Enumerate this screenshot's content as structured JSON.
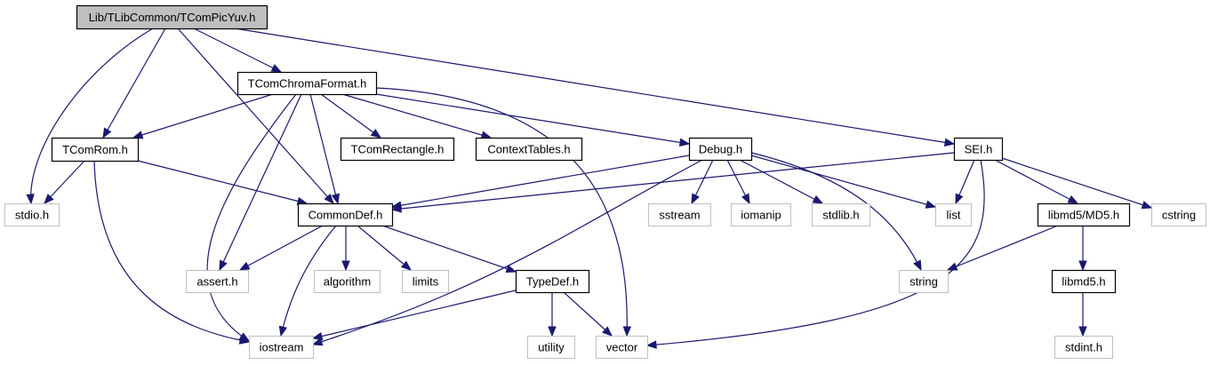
{
  "graph": {
    "title": "Lib/TLibCommon/TComPicYuv.h",
    "colors": {
      "edge": "#191970",
      "root_fill": "#bfbfbf",
      "documented_border": "#000000",
      "external_border": "#bfbfbf",
      "node_fill": "#ffffff"
    },
    "nodes": [
      {
        "id": "root",
        "label": "Lib/TLibCommon/TComPicYuv.h",
        "kind": "root"
      },
      {
        "id": "chroma",
        "label": "TComChromaFormat.h",
        "kind": "documented"
      },
      {
        "id": "rom",
        "label": "TComRom.h",
        "kind": "documented"
      },
      {
        "id": "rect",
        "label": "TComRectangle.h",
        "kind": "documented"
      },
      {
        "id": "ctx",
        "label": "ContextTables.h",
        "kind": "documented"
      },
      {
        "id": "debug",
        "label": "Debug.h",
        "kind": "documented"
      },
      {
        "id": "sei",
        "label": "SEI.h",
        "kind": "documented"
      },
      {
        "id": "stdio",
        "label": "stdio.h",
        "kind": "external"
      },
      {
        "id": "common",
        "label": "CommonDef.h",
        "kind": "documented"
      },
      {
        "id": "sstream",
        "label": "sstream",
        "kind": "external"
      },
      {
        "id": "iomanip",
        "label": "iomanip",
        "kind": "external"
      },
      {
        "id": "stdlib",
        "label": "stdlib.h",
        "kind": "external"
      },
      {
        "id": "list",
        "label": "list",
        "kind": "external"
      },
      {
        "id": "md5",
        "label": "libmd5/MD5.h",
        "kind": "documented"
      },
      {
        "id": "cstring",
        "label": "cstring",
        "kind": "external"
      },
      {
        "id": "assert",
        "label": "assert.h",
        "kind": "external"
      },
      {
        "id": "algorithm",
        "label": "algorithm",
        "kind": "external"
      },
      {
        "id": "limits",
        "label": "limits",
        "kind": "external"
      },
      {
        "id": "typedef",
        "label": "TypeDef.h",
        "kind": "documented"
      },
      {
        "id": "string",
        "label": "string",
        "kind": "external"
      },
      {
        "id": "libmd5",
        "label": "libmd5.h",
        "kind": "documented"
      },
      {
        "id": "iostream",
        "label": "iostream",
        "kind": "external"
      },
      {
        "id": "utility",
        "label": "utility",
        "kind": "external"
      },
      {
        "id": "vector",
        "label": "vector",
        "kind": "external"
      },
      {
        "id": "stdint",
        "label": "stdint.h",
        "kind": "external"
      }
    ],
    "edges": [
      [
        "root",
        "chroma"
      ],
      [
        "root",
        "rom"
      ],
      [
        "root",
        "stdio"
      ],
      [
        "root",
        "common"
      ],
      [
        "root",
        "sei"
      ],
      [
        "chroma",
        "rom"
      ],
      [
        "chroma",
        "rect"
      ],
      [
        "chroma",
        "ctx"
      ],
      [
        "chroma",
        "debug"
      ],
      [
        "chroma",
        "common"
      ],
      [
        "chroma",
        "assert"
      ],
      [
        "chroma",
        "iostream"
      ],
      [
        "chroma",
        "vector"
      ],
      [
        "rom",
        "stdio"
      ],
      [
        "rom",
        "common"
      ],
      [
        "rom",
        "iostream"
      ],
      [
        "debug",
        "common"
      ],
      [
        "debug",
        "sstream"
      ],
      [
        "debug",
        "iomanip"
      ],
      [
        "debug",
        "stdlib"
      ],
      [
        "debug",
        "list"
      ],
      [
        "debug",
        "string"
      ],
      [
        "debug",
        "iostream"
      ],
      [
        "sei",
        "common"
      ],
      [
        "sei",
        "list"
      ],
      [
        "sei",
        "md5"
      ],
      [
        "sei",
        "cstring"
      ],
      [
        "sei",
        "vector"
      ],
      [
        "common",
        "assert"
      ],
      [
        "common",
        "algorithm"
      ],
      [
        "common",
        "limits"
      ],
      [
        "common",
        "typedef"
      ],
      [
        "common",
        "iostream"
      ],
      [
        "typedef",
        "utility"
      ],
      [
        "typedef",
        "vector"
      ],
      [
        "typedef",
        "iostream"
      ],
      [
        "md5",
        "string"
      ],
      [
        "md5",
        "libmd5"
      ],
      [
        "libmd5",
        "stdint"
      ]
    ]
  }
}
